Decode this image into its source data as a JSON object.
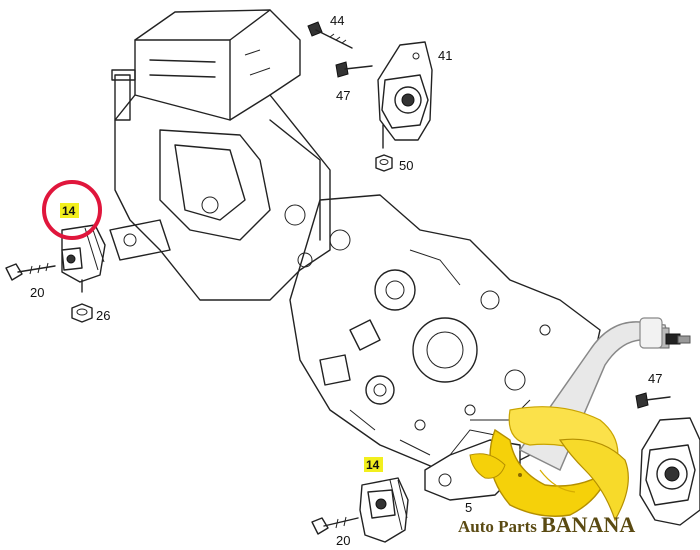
{
  "diagram": {
    "callouts": {
      "c44": "44",
      "c41": "41",
      "c47_top": "47",
      "c50": "50",
      "c14_top": "14",
      "c20_top": "20",
      "c26": "26",
      "c47_right": "47",
      "c14_bottom": "14",
      "c5": "5",
      "c20_bottom": "20"
    },
    "highlight_color": "#f2ef1e",
    "circle_color": "#e0163c"
  },
  "watermark": {
    "brand_prefix": "Auto Parts ",
    "brand_name": "BANANA",
    "banana_color": "#f5d10a"
  }
}
